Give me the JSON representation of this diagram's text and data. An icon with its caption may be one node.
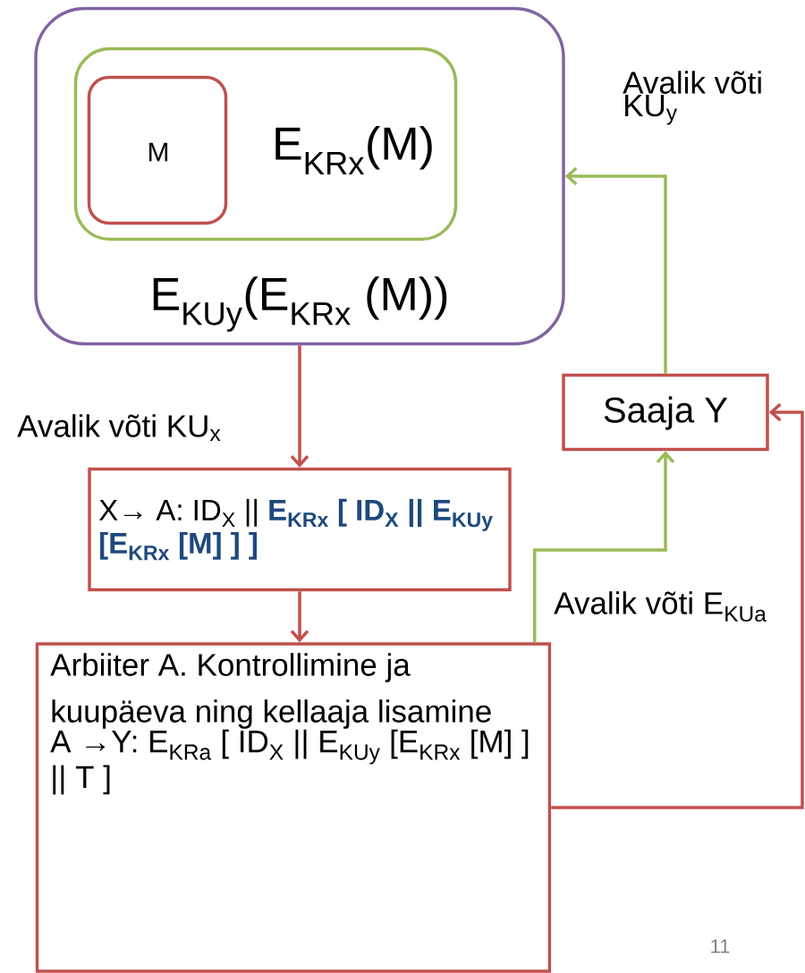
{
  "diagram": {
    "nodes": [
      {
        "text": [
          "E$_{KUy}$(E$_{KRx}$ (M))"
        ]
      },
      {
        "text": [
          "E$_{KRx}$(M)"
        ],
        "in": 0
      },
      {
        "text": [
          "M"
        ],
        "in": 1
      },
      {
        "text": [
          "X→ A: ID$_{X}$ ||",
          "E$_{KRx}$ [ ID$_{X}$ || E$_{KUy}$ [E$_{KRx}$ [M] ] ]"
        ]
      },
      {
        "text": [
          "Saaja Y"
        ]
      },
      {
        "text": [
          "Arbiiter A. Kontrollimine ja kuupäeva ning kellaaja lisamine",
          "A →Y: E$_{KRa}$ [ ID$_{X}$ || E$_{KUy}$ [E$_{KRx}$ [M] ] || T ]"
        ]
      }
    ],
    "edges": [
      {
        "from": 0,
        "to": 3,
        "arrow": "to",
        "label": "Avalik võti KU$_{x}$"
      },
      {
        "from": 3,
        "to": 5,
        "arrow": "to"
      },
      {
        "from": 5,
        "to": 4,
        "arrow": "to",
        "color": "#9bbb59",
        "label": "Avalik võti E$_{KUa}$"
      },
      {
        "from": 4,
        "to": 0,
        "arrow": "to",
        "color": "#9bbb59",
        "label": "Avalik võti KU$_{y}$"
      },
      {
        "from": 5,
        "to": 4,
        "arrow": "to"
      }
    ],
    "labels": [
      "11"
    ]
  }
}
